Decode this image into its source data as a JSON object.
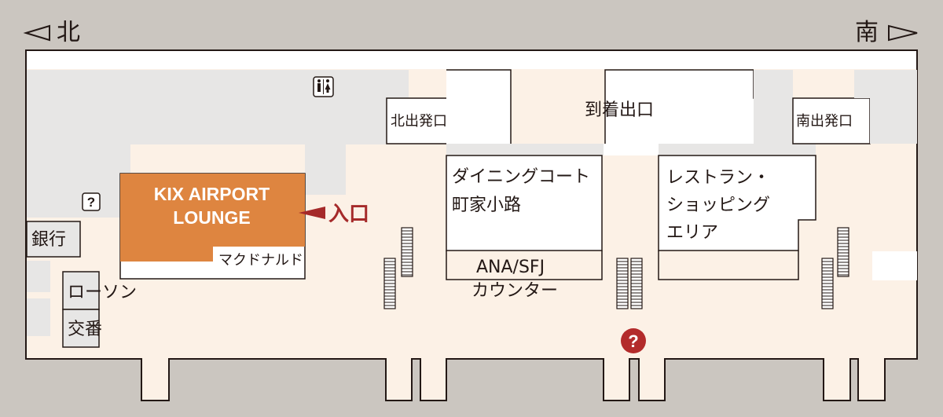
{
  "directions": {
    "north": "北",
    "south": "南"
  },
  "lounge": {
    "title_line1": "KIX AIRPORT",
    "title_line2": "LOUNGE",
    "entrance_label": "入口"
  },
  "places": {
    "north_departure_exit": "北出発口",
    "arrival_exit": "到着出口",
    "south_departure_exit": "南出発口",
    "dining_court": "ダイニングコート",
    "machiya_koji": "町家小路",
    "restaurant_shopping_1": "レストラン・",
    "restaurant_shopping_2": "ショッピング",
    "restaurant_shopping_3": "エリア",
    "mcdonalds": "マクドナルド",
    "ana_sfj_1": "ANA/SFJ",
    "ana_sfj_2": "カウンター",
    "bank": "銀行",
    "lawson": "ローソン",
    "police_box": "交番"
  },
  "icons": {
    "restroom": "restroom-icon",
    "info_desk": "question-mark-icon",
    "info_center": "information-icon",
    "escalator": "escalator-icon"
  },
  "colors": {
    "background": "#cbc6c0",
    "floor": "#fcf1e6",
    "block": "#e7e6e5",
    "lounge": "#de8540",
    "entrance": "#a52a2a",
    "info": "#b32b2b",
    "outline": "#231815"
  }
}
